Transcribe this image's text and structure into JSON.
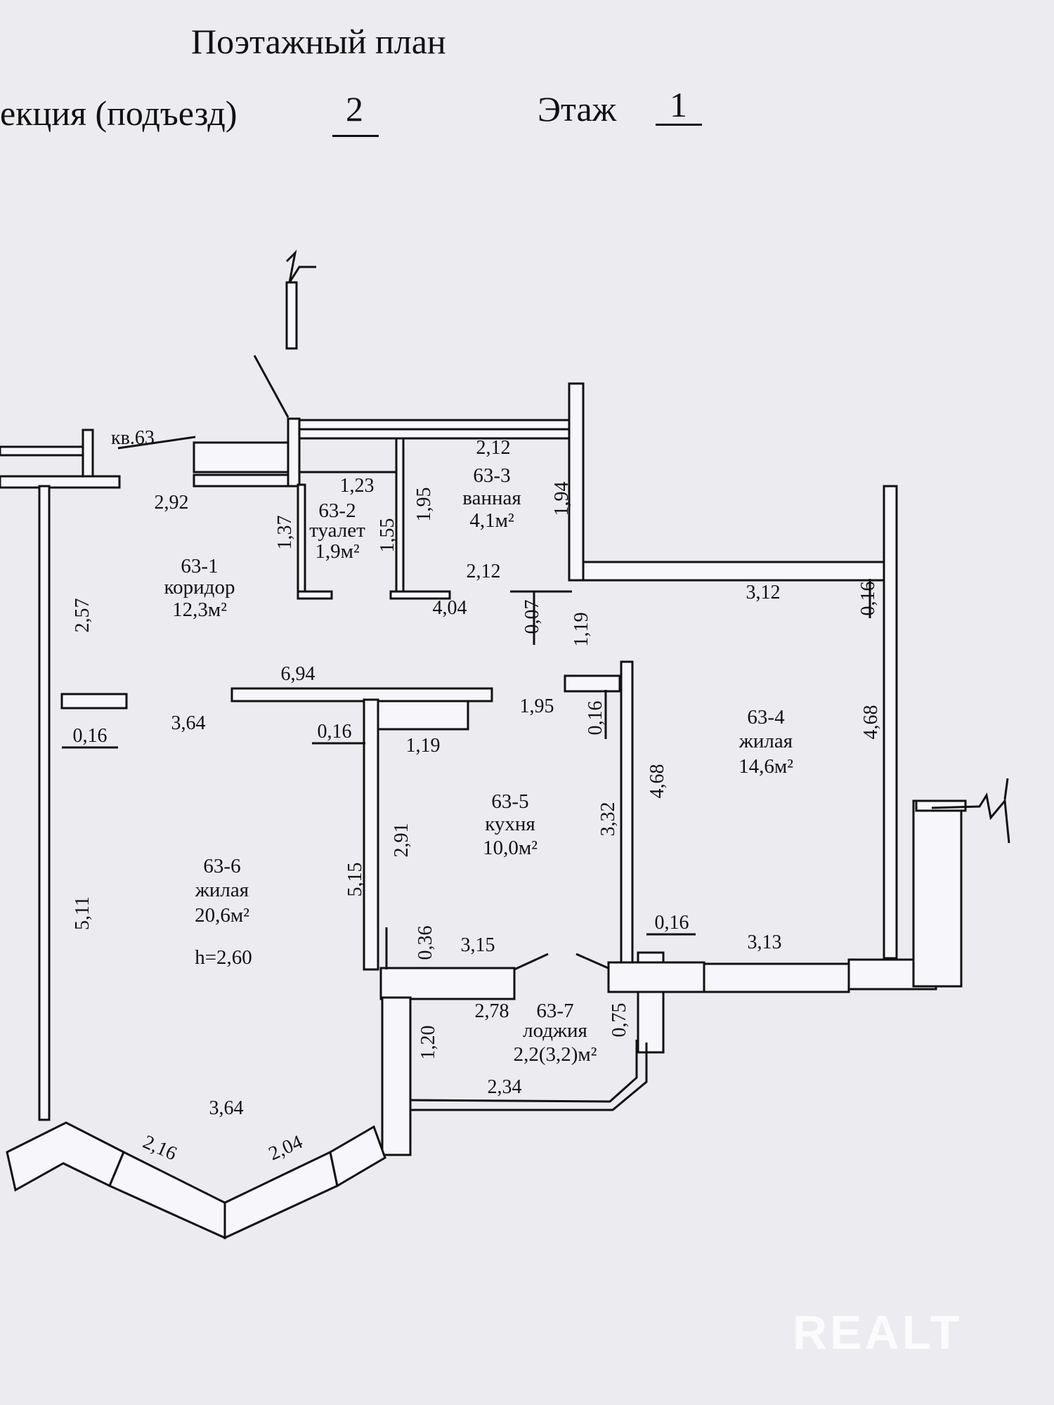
{
  "header": {
    "title": "Поэтажный план",
    "section_label": "екция (подъезд)",
    "section_value": "2",
    "floor_label": "Этаж",
    "floor_value": "1"
  },
  "apartment_label": "кв.63",
  "rooms": [
    {
      "id": "63-1",
      "name": "коридор",
      "area": "12,3м²"
    },
    {
      "id": "63-2",
      "name": "туалет",
      "area": "1,9м²"
    },
    {
      "id": "63-3",
      "name": "ванная",
      "area": "4,1м²"
    },
    {
      "id": "63-4",
      "name": "жилая",
      "area": "14,6м²"
    },
    {
      "id": "63-5",
      "name": "кухня",
      "area": "10,0м²"
    },
    {
      "id": "63-6",
      "name": "жилая",
      "area": "20,6м²",
      "height": "h=2,60"
    },
    {
      "id": "63-7",
      "name": "лоджия",
      "area": "2,2(3,2)м²"
    }
  ],
  "dimensions": {
    "d_212_top": "2,12",
    "d_292": "2,92",
    "d_123": "1,23",
    "d_137": "1,37",
    "d_155": "1,55",
    "d_195_bath": "1,95",
    "d_194": "1,94",
    "d_212_mid": "2,12",
    "d_404": "4,04",
    "d_257": "2,57",
    "d_007": "0,07",
    "d_119_v": "1,19",
    "d_312": "3,12",
    "d_016_r": "0,16",
    "d_694": "6,94",
    "d_364_top": "3,64",
    "d_195_h": "1,95",
    "d_016_v": "0,16",
    "d_016_l": "0,16",
    "d_016_c": "0,16",
    "d_119_h": "1,19",
    "d_468_l": "4,68",
    "d_468_r": "4,68",
    "d_332": "3,32",
    "d_291": "2,91",
    "d_515": "5,15",
    "d_511": "5,11",
    "d_036": "0,36",
    "d_315": "3,15",
    "d_016_k": "0,16",
    "d_313": "3,13",
    "d_278": "2,78",
    "d_120": "1,20",
    "d_075": "0,75",
    "d_234": "2,34",
    "d_364_bot": "3,64",
    "d_216": "2,16",
    "d_204": "2,04"
  },
  "watermark": "REALT"
}
